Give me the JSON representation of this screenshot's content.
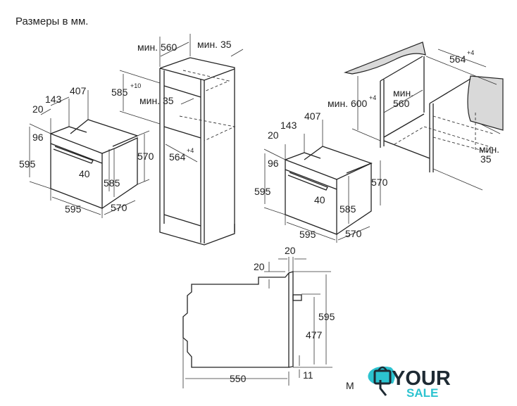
{
  "title": "Размеры в мм.",
  "figure_built_in_tall": {
    "cabinet_width": "мин. 560",
    "cabinet_gap": "мин. 35",
    "niche_height": "585",
    "niche_height_tol": "+10",
    "vent_gap": "мин. 35",
    "niche_width": "564",
    "niche_width_tol": "+4",
    "oven_depth_top": "407",
    "oven_143": "143",
    "oven_20": "20",
    "oven_96": "96",
    "oven_height": "595",
    "oven_40": "40",
    "oven_body_height": "585",
    "oven_side_height": "570",
    "oven_width": "595",
    "oven_depth": "570"
  },
  "figure_under_counter": {
    "niche_height": "мин. 600",
    "niche_height_tol": "+4",
    "cabinet_width_label": "мин.",
    "cabinet_width": "560",
    "niche_width": "564",
    "niche_width_tol": "+4",
    "gap_label": "мин.",
    "gap": "35",
    "oven_depth_top": "407",
    "oven_143": "143",
    "oven_20": "20",
    "oven_96": "96",
    "oven_height": "595",
    "oven_40": "40",
    "oven_body_height": "585",
    "oven_side_height": "570",
    "oven_width": "595",
    "oven_depth": "570"
  },
  "figure_side_view": {
    "front_thickness": "20",
    "top_step": "20",
    "height": "595",
    "handle_height": "477",
    "bottom_gap": "11",
    "depth": "550"
  },
  "footer_letter": "M",
  "logo": {
    "word1": "YOUR",
    "word2": "SALE",
    "color_dark": "#1e2a33",
    "color_accent": "#2cc3d0"
  }
}
